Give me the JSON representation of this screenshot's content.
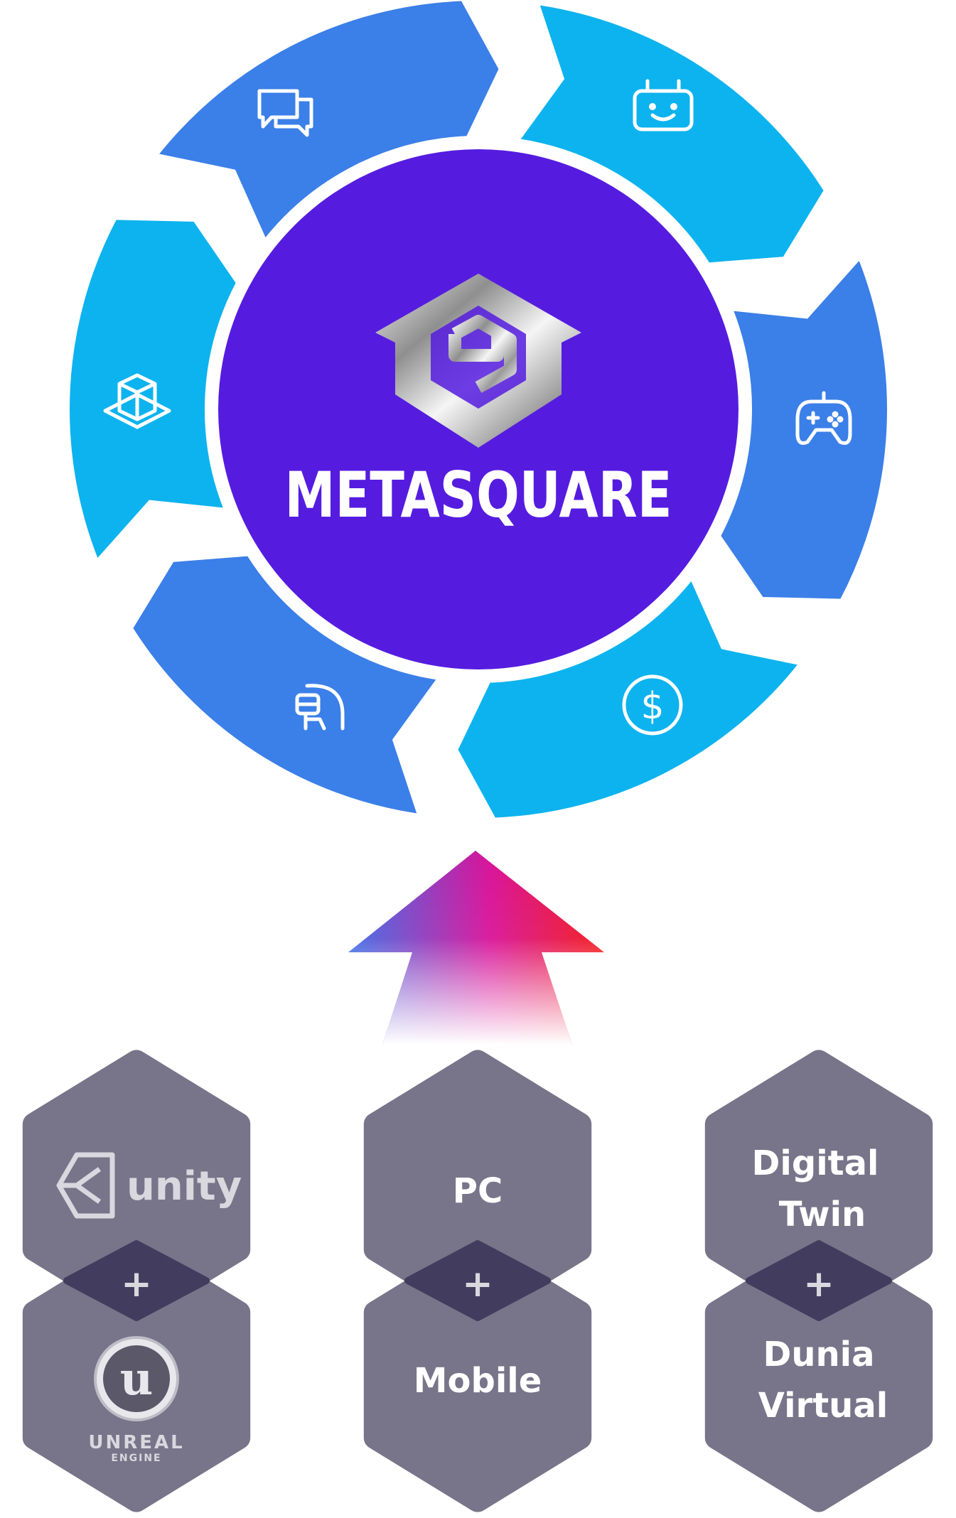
{
  "center": {
    "title": "METASQUARE",
    "logo": "metasquare-cube-logo"
  },
  "colors": {
    "ring_dark": "#3B7FE8",
    "ring_light": "#0DB3EE",
    "center_fill": "#551CDF",
    "hex_fill": "#787489",
    "hex_overlap": "#423D5E",
    "arrow_blue": "#3C6CE6",
    "arrow_magenta": "#D8149A",
    "arrow_red": "#F21818"
  },
  "ring_icons": [
    "chat-icon",
    "robot-icon",
    "gamepad-icon",
    "dollar-icon",
    "vr-headset-icon",
    "3d-box-icon"
  ],
  "columns": [
    {
      "top": {
        "logo": "unity-logo",
        "text": "unity"
      },
      "plus": "+",
      "bottom": {
        "logo": "unreal-engine-logo",
        "line1": "UNREAL",
        "line2": "ENGINE"
      }
    },
    {
      "top": {
        "line1": "PC"
      },
      "plus": "+",
      "bottom": {
        "line1": "Mobile"
      }
    },
    {
      "top": {
        "line1": "Digital",
        "line2": "Twin"
      },
      "plus": "+",
      "bottom": {
        "line1": "Dunia",
        "line2": "Virtual"
      }
    }
  ]
}
